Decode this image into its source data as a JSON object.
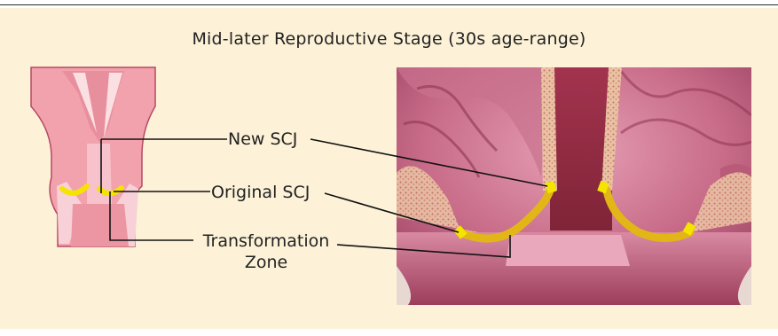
{
  "title": "Mid-later Reproductive Stage (30s age-range)",
  "labels": {
    "new_scj": "New SCJ",
    "original_scj": "Original SCJ",
    "transformation_zone_line1": "Transformation",
    "transformation_zone_line2": "Zone"
  },
  "colors": {
    "panel_background": "#fdf2d8",
    "tissue_pink": "#f0a1ac",
    "marker_yellow": "#f4e400",
    "transformation_zone_gold": "#e2b617"
  }
}
